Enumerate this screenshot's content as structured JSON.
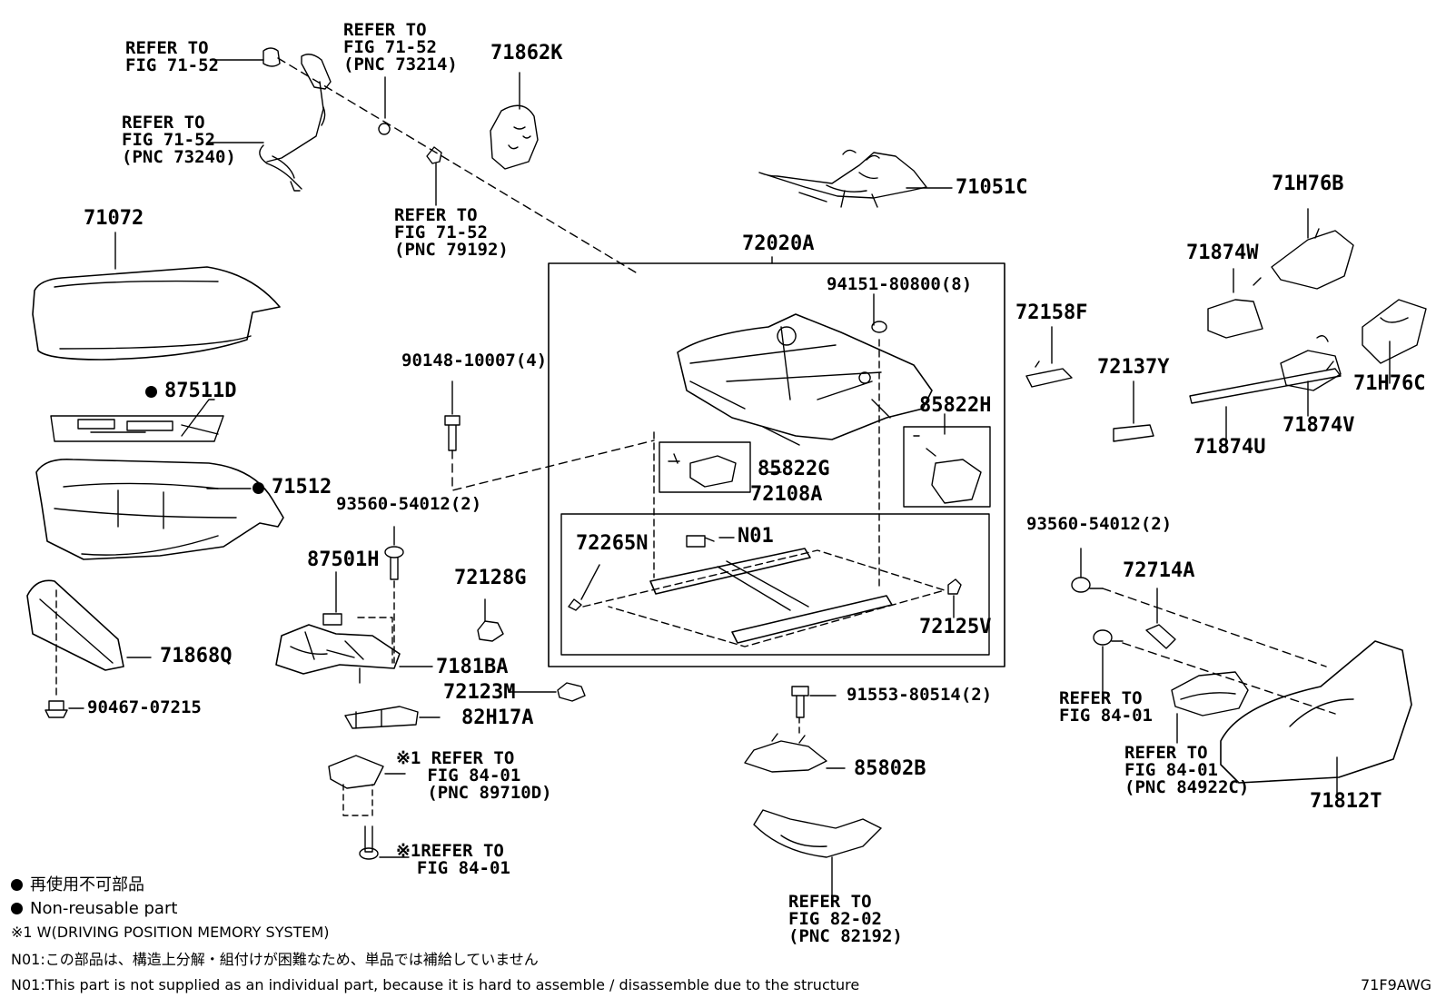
{
  "labels": {
    "ref_fig_71_52_a": "REFER TO\nFIG 71-52",
    "ref_73214": "REFER TO\nFIG 71-52\n(PNC 73214)",
    "ref_73240": "REFER TO\nFIG 71-52\n(PNC 73240)",
    "ref_79192": "REFER TO\nFIG 71-52\n(PNC 79192)",
    "p71862K": "71862K",
    "p71051C": "71051C",
    "p71H76B": "71H76B",
    "p71874W": "71874W",
    "p71072": "71072",
    "p72020A": "72020A",
    "p94151": "94151-80800(8)",
    "p72158F": "72158F",
    "p87511D": "87511D",
    "p90148": "90148-10007(4)",
    "p71512": "71512",
    "p85822H": "85822H",
    "p72137Y": "72137Y",
    "p71H76C": "71H76C",
    "p71874V": "71874V",
    "p71874U": "71874U",
    "p85822G": "85822G",
    "p72108A": "72108A",
    "p93560_left": "93560-54012(2)",
    "p93560_right": "93560-54012(2)",
    "pN01": "N01",
    "p72265N": "72265N",
    "p87501H": "87501H",
    "p72128G": "72128G",
    "p72714A": "72714A",
    "p72125V": "72125V",
    "p71868Q": "71868Q",
    "p7181BA": "7181BA",
    "p72123M": "72123M",
    "p91553": "91553-80514(2)",
    "p90467": "90467-07215",
    "p82H17A": "82H17A",
    "ref_84_01_a": "REFER TO\nFIG 84-01",
    "ref_84922C": "REFER TO\nFIG 84-01\n(PNC 84922C)",
    "p71812T": "71812T",
    "ref_89710D": "※1 REFER TO\n   FIG 84-01\n   (PNC 89710D)",
    "p85802B": "85802B",
    "ref_84_01_b": "※1REFER TO\n  FIG 84-01",
    "ref_82192": "REFER TO\nFIG 82-02\n(PNC 82192)"
  },
  "legend": {
    "non_reusable_jp": "再使用不可部品",
    "non_reusable_en": "Non-reusable part",
    "note1": "※1 W(DRIVING POSITION MEMORY SYSTEM)",
    "n01_jp": "N01:この部品は、構造上分解・組付けが困難なため、単品では補給していません",
    "n01_en": "N01:This part is not supplied as an individual part, because it is hard to assemble / disassemble due to the structure"
  },
  "figure_code": "71F9AWG"
}
